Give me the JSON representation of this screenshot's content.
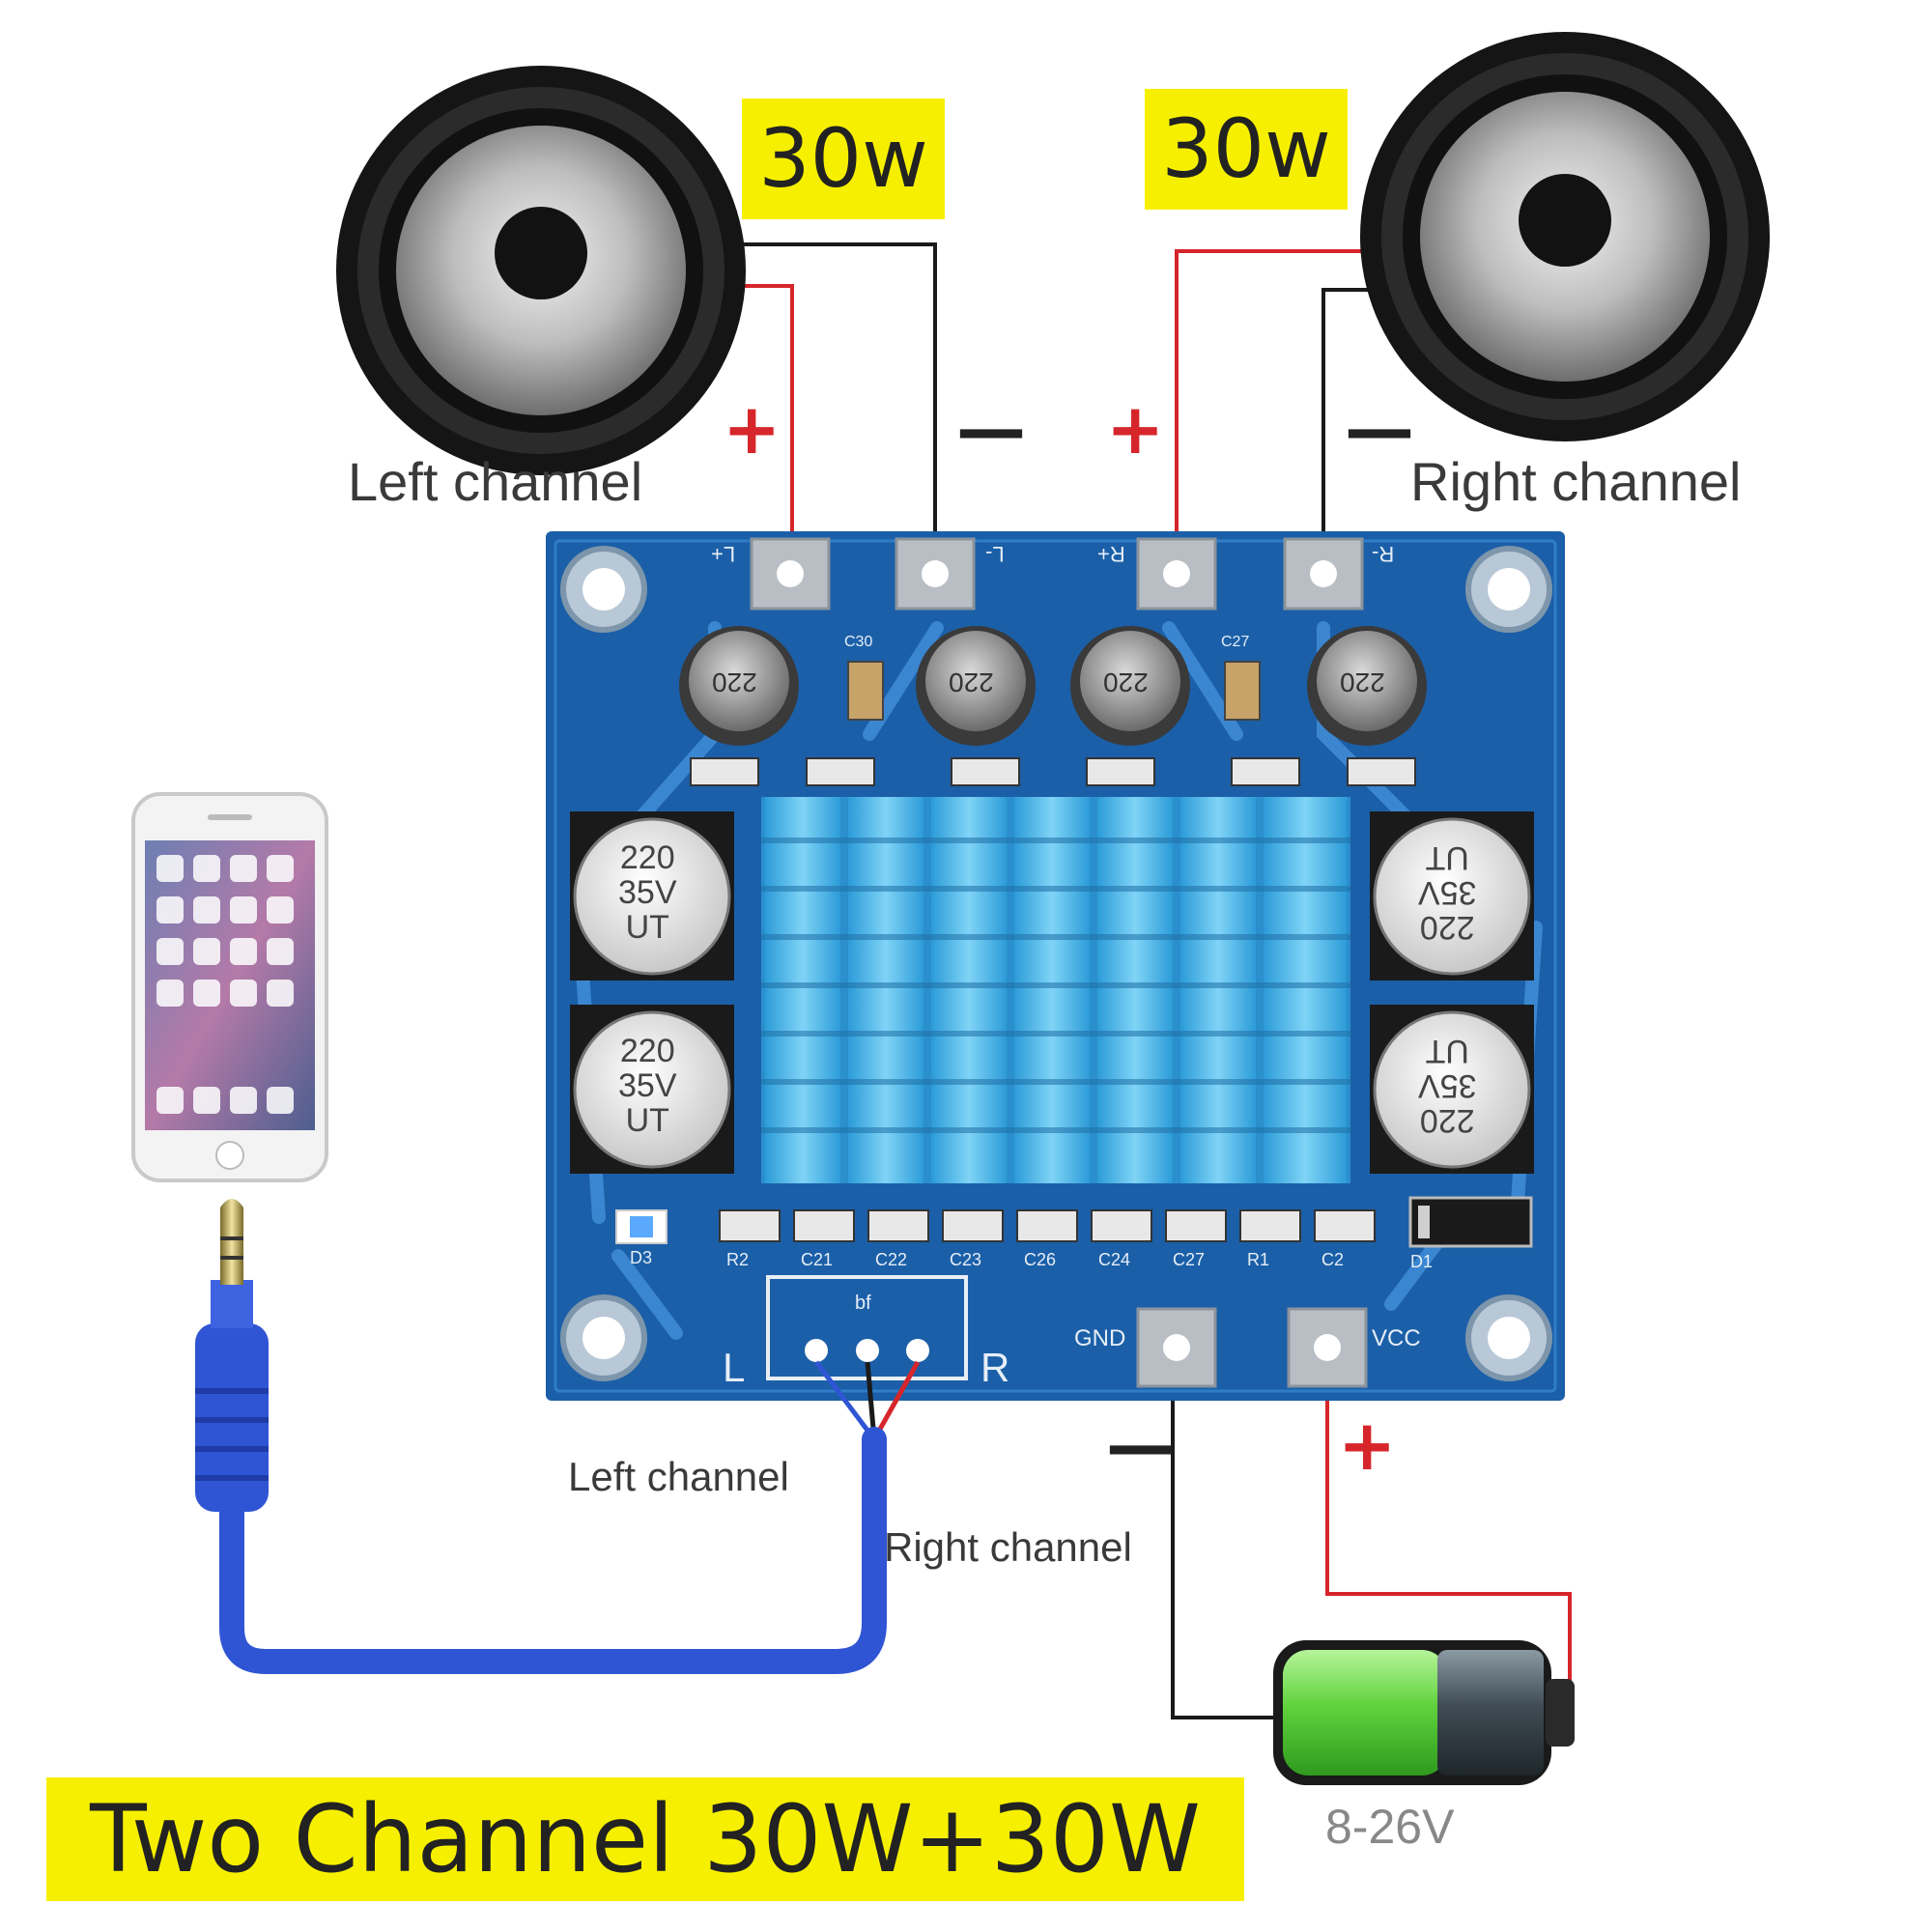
{
  "labels": {
    "left_watt": "30w",
    "right_watt": "30w",
    "left_channel_top": "Left channel",
    "right_channel_top": "Right channel",
    "left_channel_bottom": "Left channel",
    "right_channel_bottom": "Right channel",
    "voltage": "8-26V",
    "banner": "Two Channel 30W+30W"
  },
  "signs": {
    "plus": "+",
    "minus": "—"
  },
  "board": {
    "pads": {
      "l_plus": "L+",
      "l_minus": "L-",
      "r_plus": "R+",
      "r_minus": "R-",
      "gnd": "GND",
      "vcc": "VCC"
    },
    "input_left": "L",
    "input_right": "R",
    "input_mark": "bf",
    "cap_line1": "220",
    "cap_line2": "35V",
    "cap_line3": "UT",
    "inductor_text": "220",
    "led_label": "D3",
    "diode_label": "D1",
    "smd_labels": [
      "R2",
      "C21",
      "C22",
      "C23",
      "C26",
      "C24",
      "C27",
      "R1",
      "C2"
    ],
    "top_caps": [
      "C30",
      "C27"
    ]
  },
  "colors": {
    "board": "#1b5fa8",
    "heatsink": "#45b6e8",
    "wire_red": "#d6262b",
    "wire_black": "#1a1a1a",
    "tag_yellow": "#f6f000",
    "battery_green": "#5fd23c",
    "cable_blue": "#2f55d4"
  },
  "icons": [
    "speaker-icon",
    "phone-icon",
    "audio-jack-icon",
    "battery-icon"
  ]
}
